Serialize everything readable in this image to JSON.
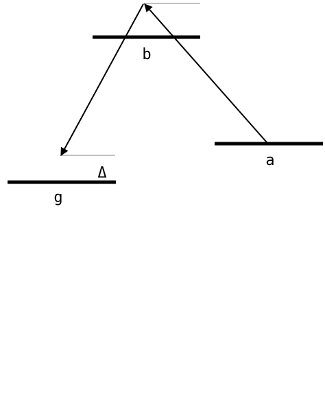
{
  "levels": {
    "g": {
      "label": "g"
    },
    "b": {
      "label": "b"
    },
    "a": {
      "label": "a"
    }
  },
  "detuning": {
    "label": "Δ"
  },
  "colors": {
    "stroke": "#000000",
    "reference_line": "#808080",
    "background": "#ffffff"
  }
}
